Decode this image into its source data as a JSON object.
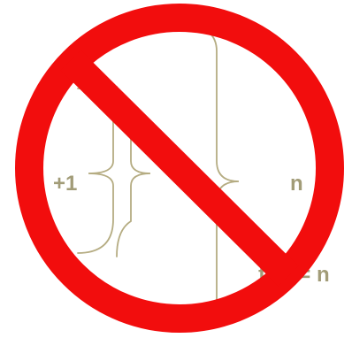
{
  "labels": {
    "plus_one": "+1",
    "inner_n": "n",
    "outer_n": "n",
    "formula": "f(n) = n"
  },
  "colors": {
    "prohibition_red": "#f20d0d",
    "bracket_tan": "#b5ac82",
    "label_tan": "#a29c78",
    "background": "#ffffff"
  },
  "sign": {
    "icon": "prohibition-sign-icon"
  }
}
